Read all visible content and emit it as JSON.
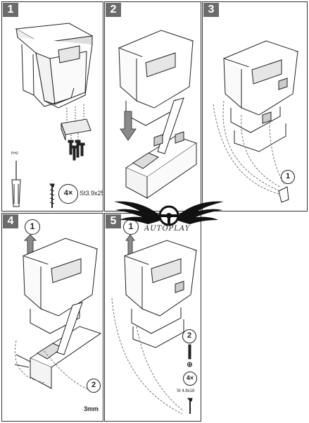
{
  "panels": [
    {
      "step": "1"
    },
    {
      "step": "2"
    },
    {
      "step": "3"
    },
    {
      "step": "4"
    },
    {
      "step": "5"
    }
  ],
  "step1": {
    "screw_count": "4×",
    "screw_spec": "St3.9x25",
    "ph_label": "PH2"
  },
  "step3": {
    "callout": "1"
  },
  "step4": {
    "callout_top": "1",
    "callout_bottom": "2",
    "drill_size": "3mm"
  },
  "step5": {
    "callout_top": "1",
    "callout_bottom": "2",
    "screw_count": "4×",
    "screw_spec": "St 4.8x16"
  },
  "logo": {
    "text": "AUTOPLAY"
  }
}
